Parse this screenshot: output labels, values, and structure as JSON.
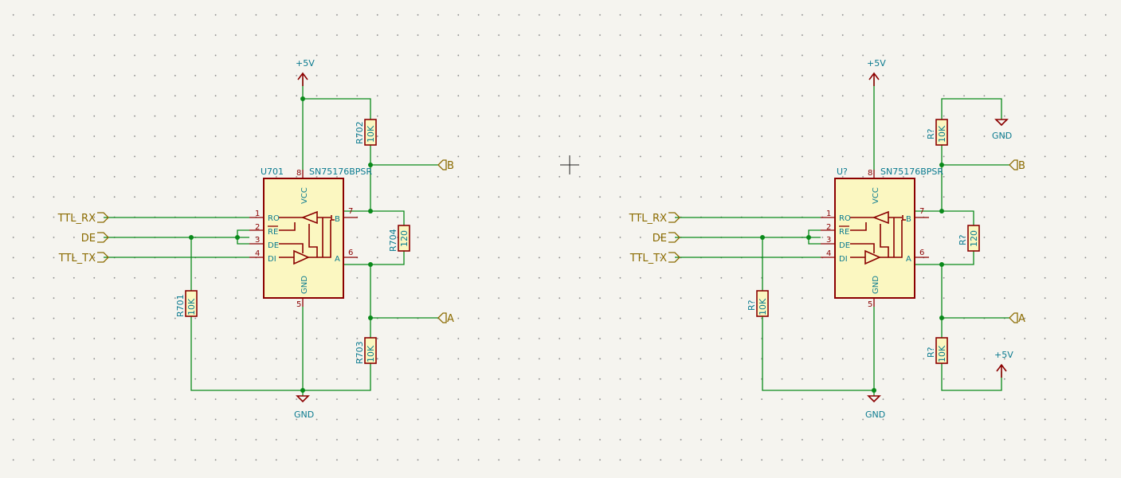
{
  "circuit_left": {
    "ic_ref": "U701",
    "ic_value": "SN75176BPSR",
    "r_top_ref": "R702",
    "r_top_val": "10K",
    "r_term_ref": "R704",
    "r_term_val": "120",
    "r_bot_ref": "R703",
    "r_bot_val": "10K",
    "r_de_ref": "R701",
    "r_de_val": "10K",
    "pwr": "+5V",
    "gnd": "GND"
  },
  "circuit_right": {
    "ic_ref": "U?",
    "ic_value": "SN75176BPSR",
    "r_top_ref": "R?",
    "r_top_val": "10K",
    "r_term_ref": "R?",
    "r_term_val": "120",
    "r_bot_ref": "R?",
    "r_bot_val": "10K",
    "r_de_ref": "R?",
    "r_de_val": "10K",
    "pwr": "+5V",
    "gnd": "GND",
    "pwr2": "+5V",
    "gnd2": "GND"
  },
  "pins": {
    "vcc": "VCC",
    "gnd": "GND",
    "ro": "RO",
    "re": "RE",
    "de": "DE",
    "di": "DI",
    "b": "B",
    "a": "A",
    "n1": "1",
    "n2": "2",
    "n3": "3",
    "n4": "4",
    "n5": "5",
    "n6": "6",
    "n7": "7",
    "n8": "8"
  },
  "labels": {
    "ttl_rx": "TTL_RX",
    "de": "DE",
    "ttl_tx": "TTL_TX",
    "b": "B",
    "a": "A"
  },
  "colors": {
    "wire": "#0a8a1a",
    "component": "#8b0000",
    "body": "#fbf7c1",
    "text": "#0a7a8f",
    "global_label": "#8b6b00"
  }
}
